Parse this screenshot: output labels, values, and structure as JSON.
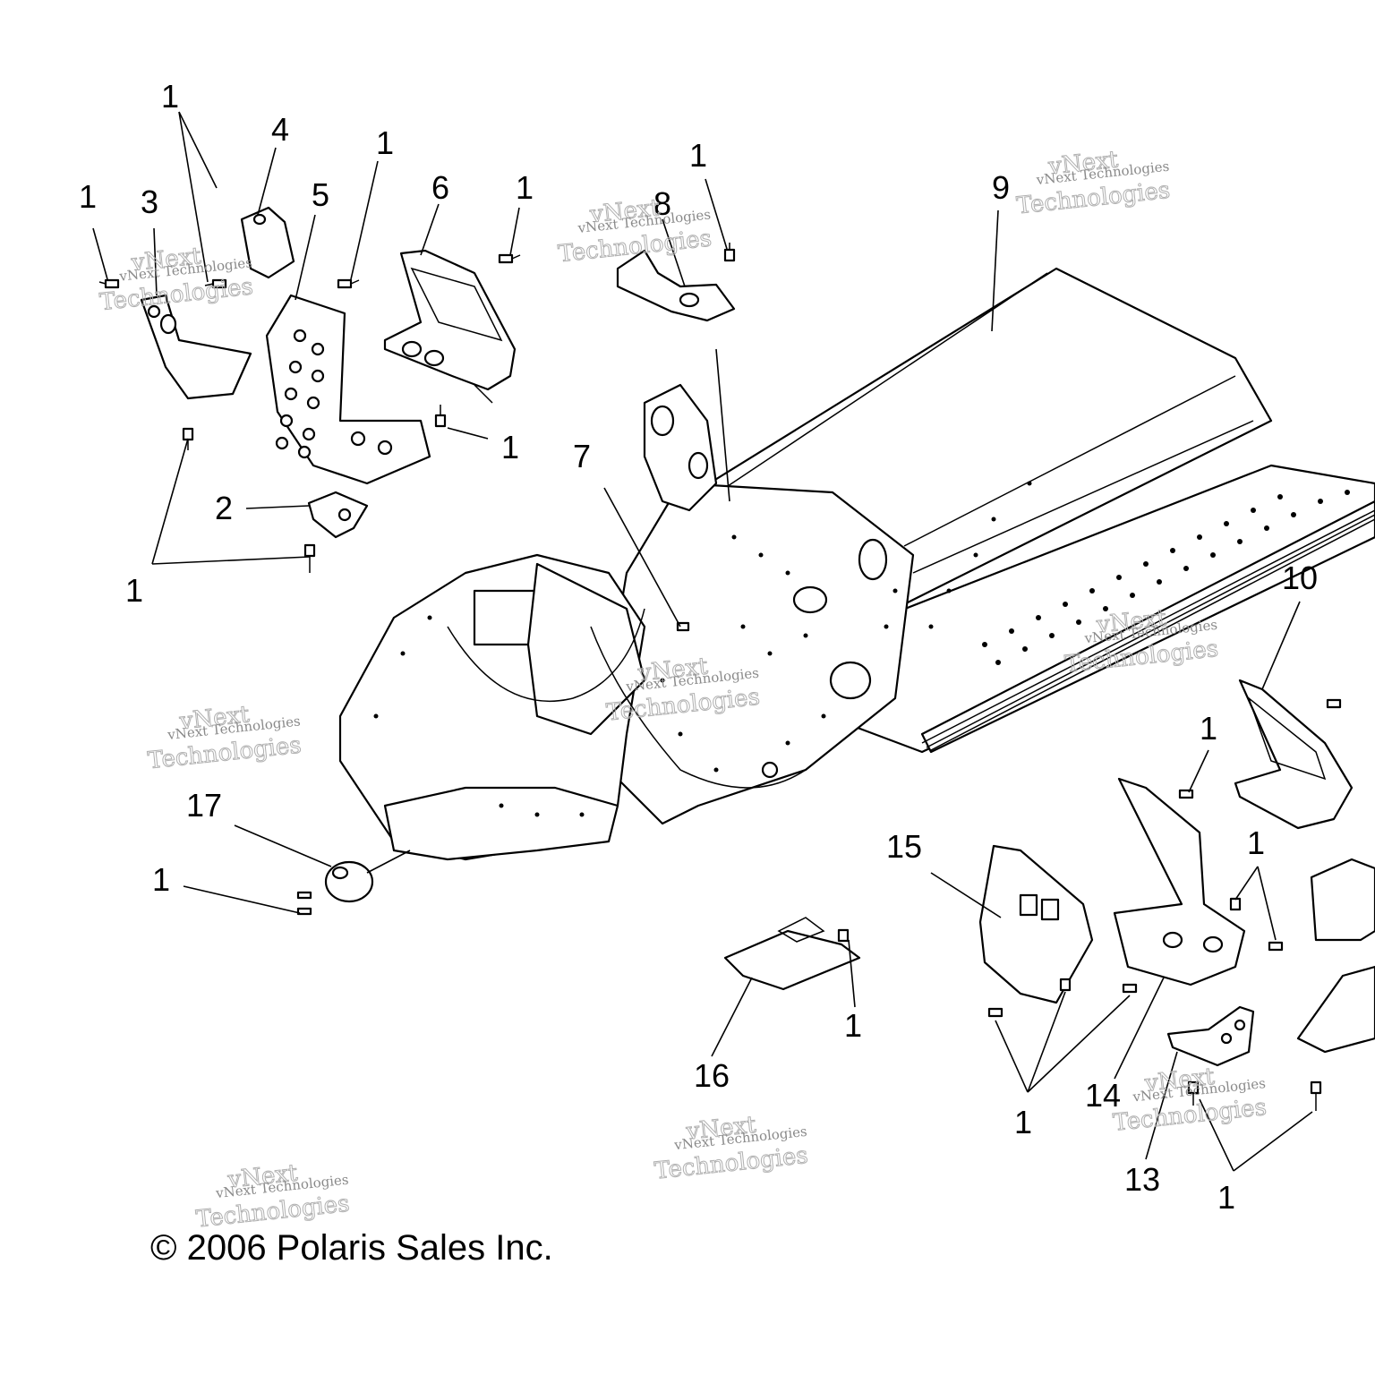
{
  "copyright": "© 2006 Polaris Sales Inc.",
  "watermark": {
    "line1": "vNext Technologies",
    "line2": "vNext",
    "line3": "Technologies"
  },
  "callouts": [
    "1",
    "4",
    "1",
    "3",
    "5",
    "6",
    "1",
    "1",
    "8",
    "9",
    "1",
    "1",
    "2",
    "1",
    "7",
    "10",
    "17",
    "15",
    "1",
    "1",
    "1",
    "16",
    "1",
    "14",
    "1",
    "13",
    "1"
  ]
}
